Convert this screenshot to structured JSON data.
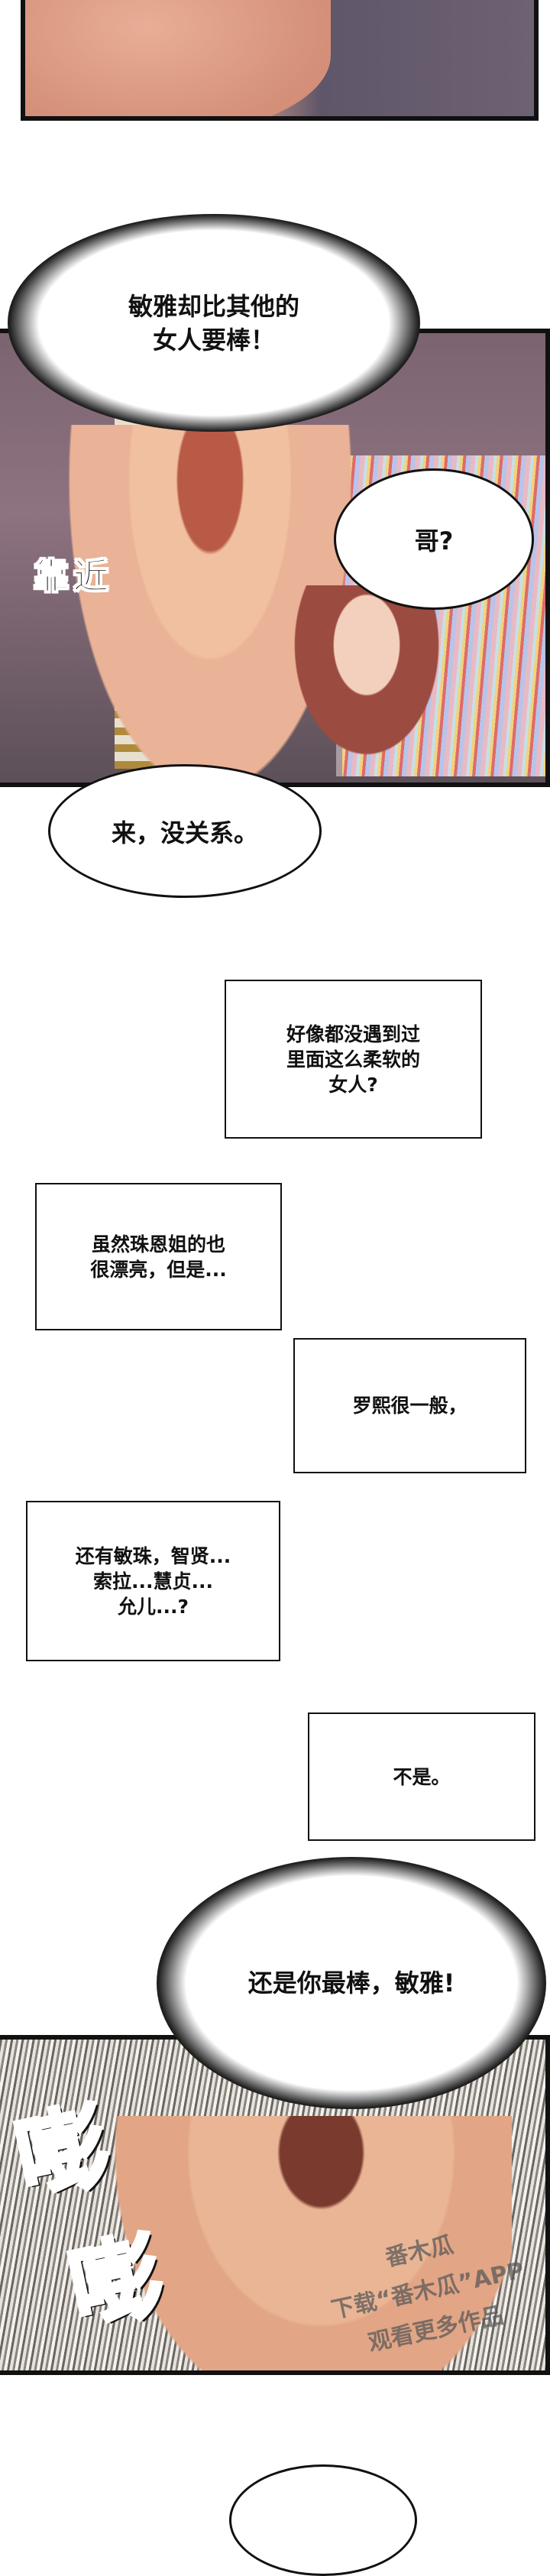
{
  "panels": {
    "p2": {
      "thought_bubble": "敏雅却比其他的\n女人要棒！",
      "sfx_label": "靠近",
      "woman_bubble": "哥?",
      "man_bubble": "来，没关系。"
    },
    "narration_boxes": [
      "好像都没遇到过\n里面这么柔软的\n女人?",
      "虽然珠恩姐的也\n很漂亮，但是...",
      "罗熙很一般，",
      "还有敏珠，智贤...\n索拉...慧贞...\n允儿...?",
      "不是。"
    ],
    "p3": {
      "thought_bubble": "还是你最棒，敏雅!",
      "sfx": [
        "嘭",
        "嘭"
      ]
    }
  },
  "watermark": "番木瓜\n下载“番木瓜”APP\n观看更多作品",
  "colors": {
    "sfx": "#ef4a2a",
    "frame": "#111111"
  }
}
